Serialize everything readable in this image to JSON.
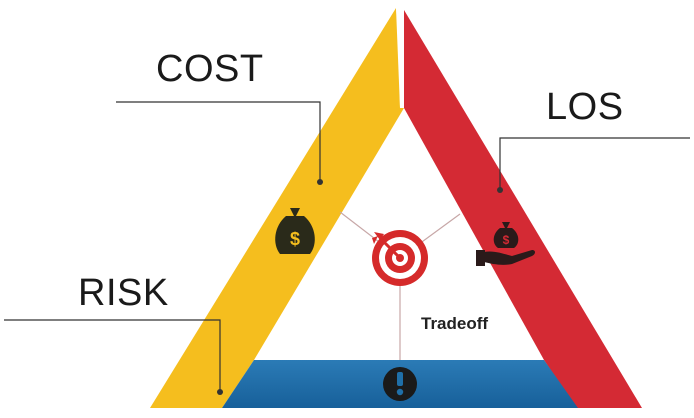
{
  "labels": {
    "cost": "COST",
    "los": "LOS",
    "risk": "RISK",
    "center": "Tradeoff"
  },
  "icons": {
    "cost": "money-bag-icon",
    "los": "hand-money-bag-icon",
    "risk": "warning-icon",
    "center": "target-arrow-icon"
  },
  "colors": {
    "cost": "#F5BE1E",
    "los": "#D42A34",
    "risk": "#1F6FA8",
    "center": "#D52A2A",
    "lines": "#333333"
  }
}
